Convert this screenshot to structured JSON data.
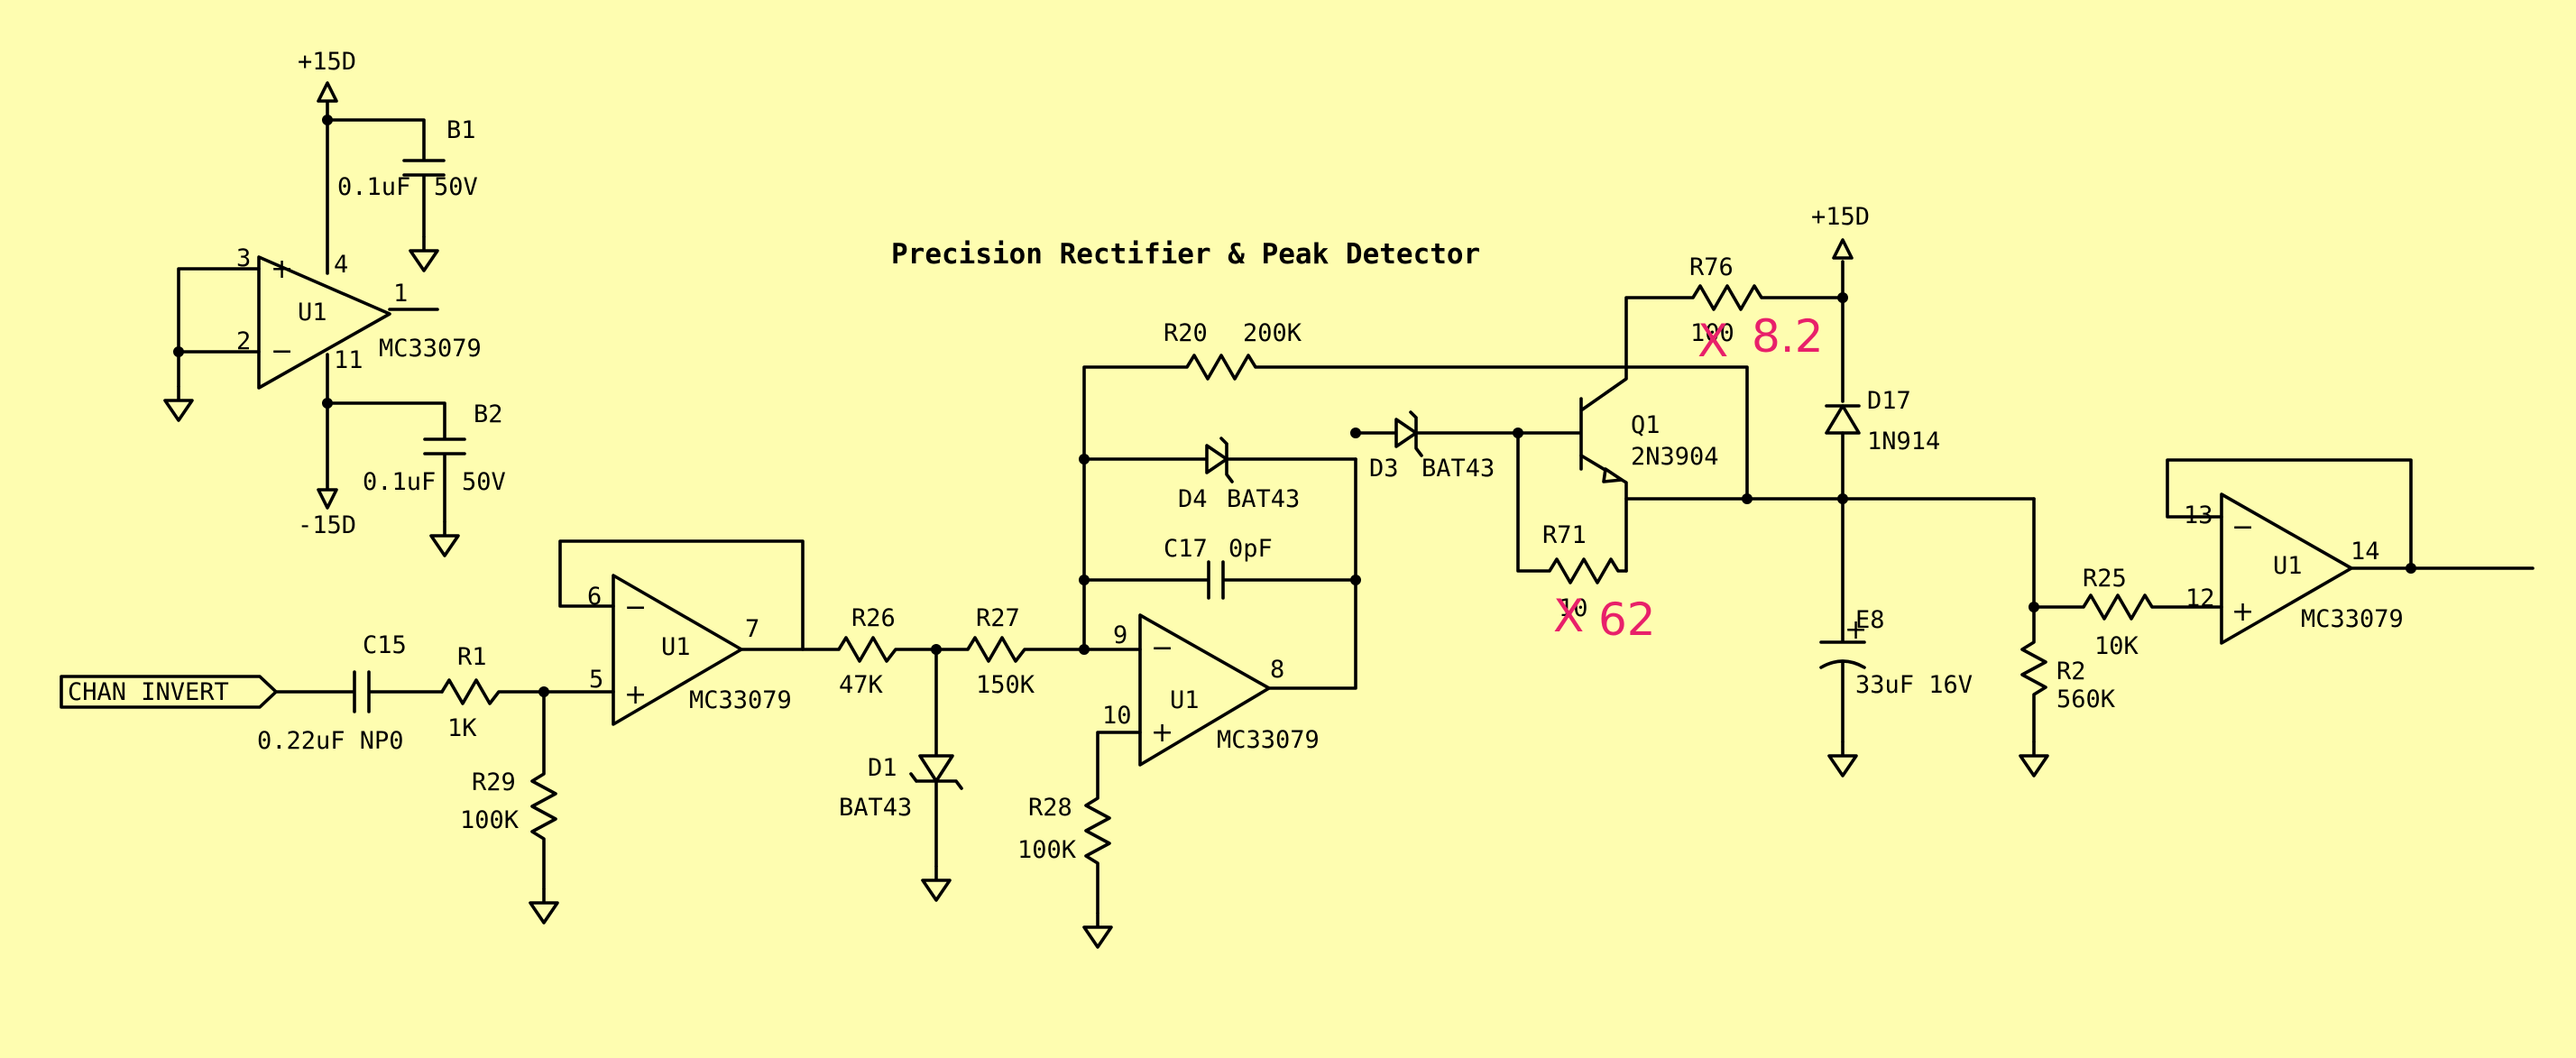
{
  "title": "Precision Rectifier  & Peak Detector",
  "rails": {
    "pos_top": "+15D",
    "neg": "-15D",
    "pos_right": "+15D"
  },
  "input_port": "CHAN INVERT",
  "supply_unit": {
    "opamp_ref": "U1",
    "opamp_part": "MC33079",
    "pin_noninv": "3",
    "pin_inv": "2",
    "pin_vpos": "4",
    "pin_vneg": "11",
    "pin_out": "1",
    "b1_ref": "B1",
    "b1_value": "0.1uF",
    "b1_rating": "50V",
    "b2_ref": "B2",
    "b2_value": "0.1uF",
    "b2_rating": "50V"
  },
  "stage1": {
    "c15_ref": "C15",
    "c15_value": "0.22uF NP0",
    "r1_ref": "R1",
    "r1_value": "1K",
    "r29_ref": "R29",
    "r29_value": "100K",
    "opamp_ref": "U1",
    "opamp_part": "MC33079",
    "pin_inv": "6",
    "pin_noninv": "5",
    "pin_out": "7"
  },
  "stage2": {
    "r26_ref": "R26",
    "r26_value": "47K",
    "r27_ref": "R27",
    "r27_value": "150K",
    "d1_ref": "D1",
    "d1_part": "BAT43",
    "r28_ref": "R28",
    "r28_value": "100K",
    "r20_ref": "R20",
    "r20_value": "200K",
    "d4_ref": "D4",
    "d4_part": "BAT43",
    "c17_ref": "C17",
    "c17_value": "0pF",
    "opamp_ref": "U1",
    "opamp_part": "MC33079",
    "pin_inv": "9",
    "pin_noninv": "10",
    "pin_out": "8"
  },
  "peak": {
    "d3_ref": "D3",
    "d3_part": "BAT43",
    "q1_ref": "Q1",
    "q1_part": "2N3904",
    "r71_ref": "R71",
    "r71_value": "10",
    "r71_new_value": "62",
    "r76_ref": "R76",
    "r76_value": "100",
    "r76_new_value": "8.2",
    "d17_ref": "D17",
    "d17_part": "1N914",
    "e8_ref": "E8",
    "e8_value": "33uF 16V",
    "r2_ref": "R2",
    "r2_value": "560K",
    "r25_ref": "R25",
    "r25_value": "10K",
    "opamp_ref": "U1",
    "opamp_part": "MC33079",
    "pin_inv": "13",
    "pin_noninv": "12",
    "pin_out": "14"
  },
  "markup": {
    "color": "#e8206a",
    "mark_glyph": "X"
  },
  "colors": {
    "background": "#fefdb0",
    "ink": "#000000"
  }
}
